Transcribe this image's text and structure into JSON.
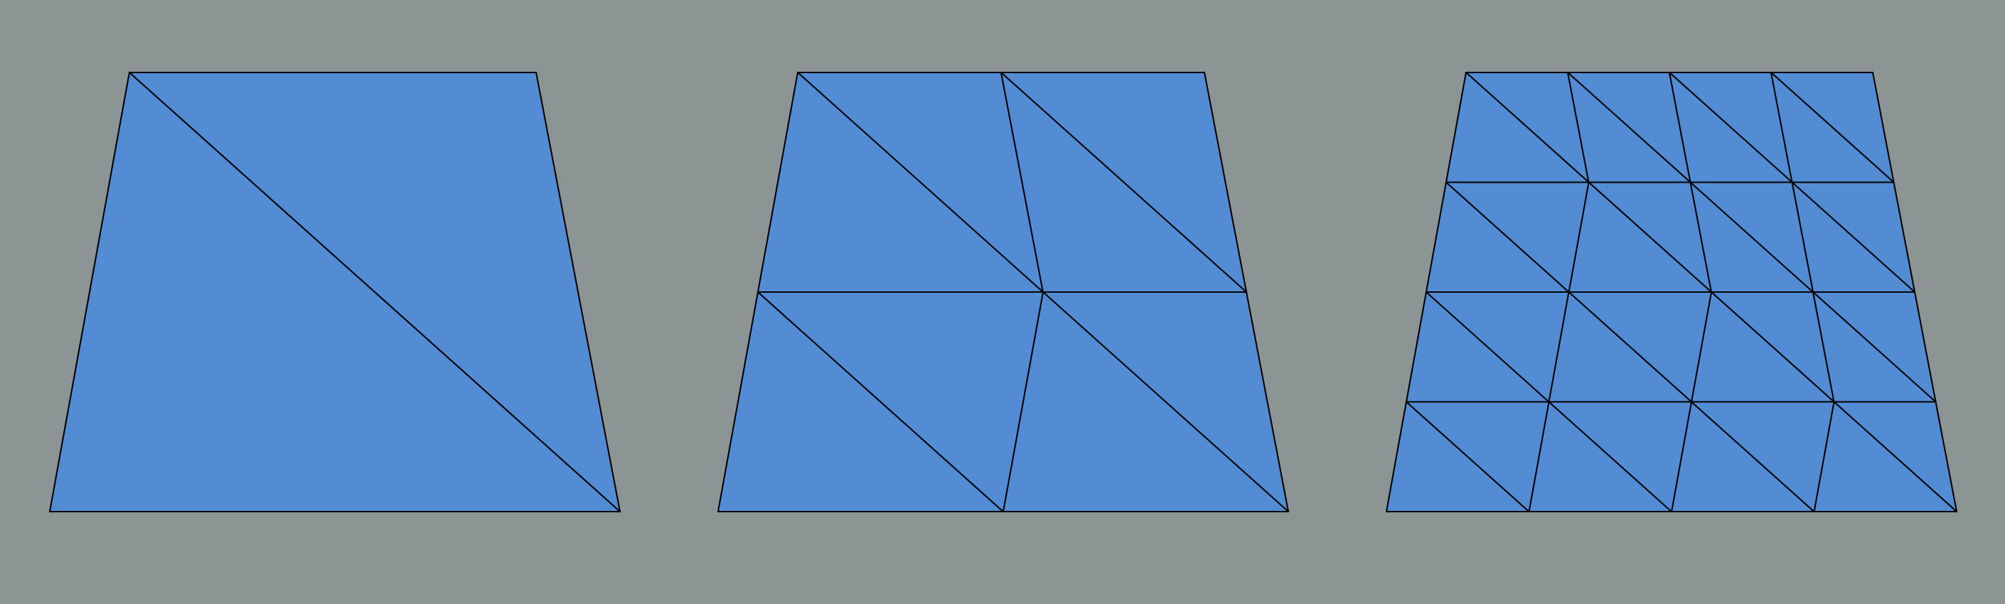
{
  "colors": {
    "background": "#8c9496",
    "fill": "#518cd4",
    "stroke": "#000000"
  },
  "panels": [
    {
      "id": "coarse",
      "subdivision_level": 0,
      "triangle_count": 2
    },
    {
      "id": "medium",
      "subdivision_level": 1,
      "triangle_count": 8
    },
    {
      "id": "fine",
      "subdivision_level": 2,
      "triangle_count": 32
    }
  ]
}
